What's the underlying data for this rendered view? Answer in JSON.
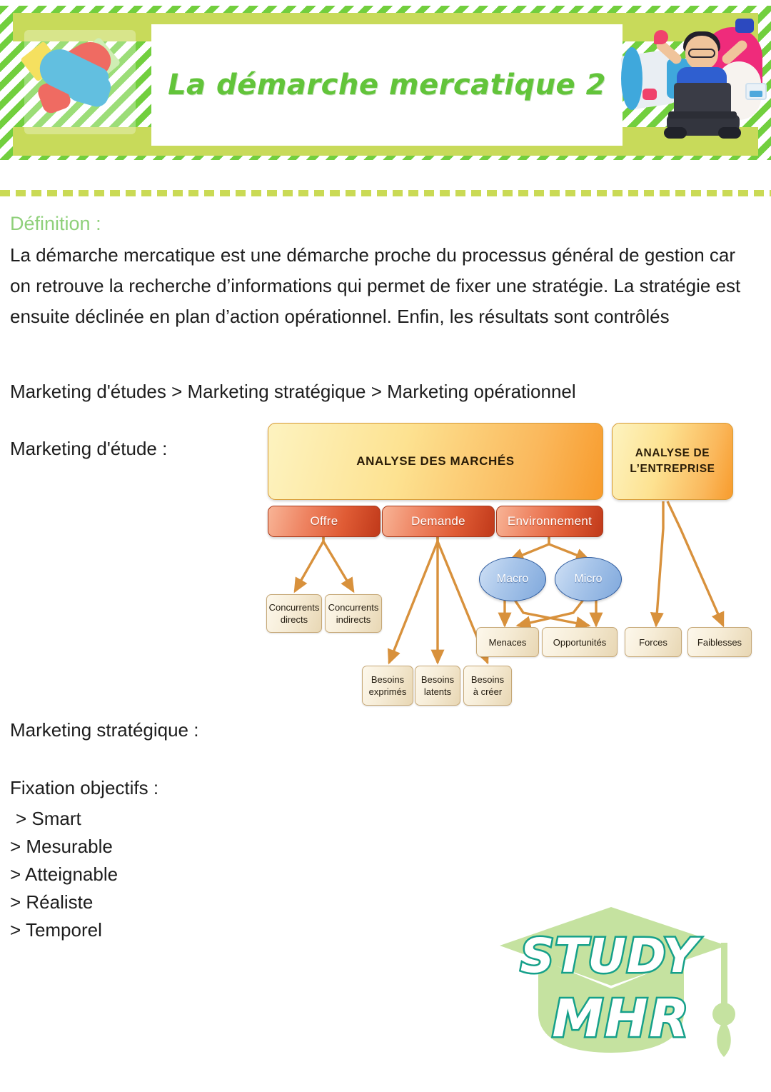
{
  "banner": {
    "title": "La démarche mercatique 2",
    "left_art": "handshake-illustration",
    "right_art": "marketing-character-illustration",
    "stripe_color": "#72cf3e",
    "bar_color": "#c8da5a",
    "title_color": "#62c43a"
  },
  "divider": {
    "color": "#cada55",
    "style": "dashed"
  },
  "content": {
    "definition_heading": "Définition :",
    "definition_body": "La démarche mercatique est une démarche proche du processus général de gestion car on retrouve la recherche d’informations qui permet de fixer une stratégie. La stratégie est ensuite déclinée en plan d’action opérationnel. Enfin, les résultats sont contrôlés",
    "chain": "Marketing d'études > Marketing stratégique > Marketing opérationnel",
    "label_etude": "Marketing d'étude :",
    "label_strategique": "Marketing stratégique :",
    "label_fixation": "Fixation objectifs :",
    "smart_items": [
      "> Smart",
      "> Mesurable",
      "> Atteignable",
      "> Réaliste",
      "> Temporel"
    ]
  },
  "diagram": {
    "type": "tree",
    "roots": [
      {
        "id": "analyse_marches",
        "label": "ANALYSE DES MARCHÉS",
        "style": "amber"
      },
      {
        "id": "analyse_entreprise",
        "label": "ANALYSE DE L’ENTREPRISE",
        "style": "amber"
      }
    ],
    "level2": [
      {
        "id": "offre",
        "label": "Offre",
        "style": "red",
        "parent": "analyse_marches"
      },
      {
        "id": "demande",
        "label": "Demande",
        "style": "red",
        "parent": "analyse_marches"
      },
      {
        "id": "environnement",
        "label": "Environnement",
        "style": "red",
        "parent": "analyse_marches"
      }
    ],
    "ellipses": [
      {
        "id": "macro",
        "label": "Macro",
        "style": "ellipse-blue",
        "parent": "environnement"
      },
      {
        "id": "micro",
        "label": "Micro",
        "style": "ellipse-blue",
        "parent": "environnement"
      }
    ],
    "leaves": [
      {
        "id": "conc_directs",
        "line1": "Concurrents",
        "line2": "directs",
        "parent": "offre"
      },
      {
        "id": "conc_indirects",
        "line1": "Concurrents",
        "line2": "indirects",
        "parent": "offre"
      },
      {
        "id": "besoins_exprimes",
        "line1": "Besoins",
        "line2": "exprimés",
        "parent": "demande"
      },
      {
        "id": "besoins_latents",
        "line1": "Besoins",
        "line2": "latents",
        "parent": "demande"
      },
      {
        "id": "besoins_a_creer",
        "line1": "Besoins",
        "line2": "à créer",
        "parent": "demande"
      },
      {
        "id": "menaces",
        "line1": "Menaces",
        "line2": "",
        "parent": "macro,micro"
      },
      {
        "id": "opportunites",
        "line1": "Opportunités",
        "line2": "",
        "parent": "macro,micro"
      },
      {
        "id": "forces",
        "line1": "Forces",
        "line2": "",
        "parent": "analyse_entreprise"
      },
      {
        "id": "faiblesses",
        "line1": "Faiblesses",
        "line2": "",
        "parent": "analyse_entreprise"
      }
    ],
    "connector_color": "#d8913c"
  },
  "logo": {
    "line1": "STUDY",
    "line2": "MHR",
    "cap_color": "#c5e2a0",
    "text_color": "#15a08a",
    "icon": "graduation-cap-icon"
  }
}
